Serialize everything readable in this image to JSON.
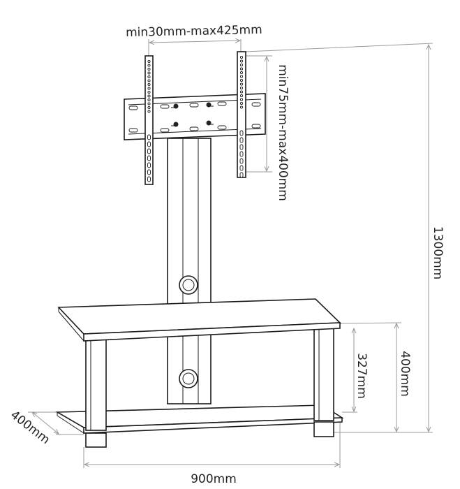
{
  "dimensions": {
    "bracket_width": "min30mm-max425mm",
    "bracket_height": "min75mm-max400mm",
    "total_height": "1300mm",
    "shelf_height": "400mm",
    "shelf_gap": "327mm",
    "depth": "400mm",
    "width": "900mm"
  }
}
